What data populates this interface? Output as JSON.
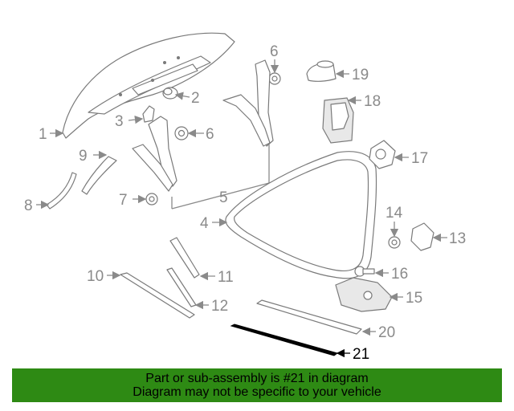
{
  "callouts": [
    {
      "id": "1",
      "label": "1"
    },
    {
      "id": "2",
      "label": "2"
    },
    {
      "id": "3",
      "label": "3"
    },
    {
      "id": "4",
      "label": "4"
    },
    {
      "id": "5",
      "label": "5"
    },
    {
      "id": "6a",
      "label": "6"
    },
    {
      "id": "6b",
      "label": "6"
    },
    {
      "id": "7",
      "label": "7"
    },
    {
      "id": "8",
      "label": "8"
    },
    {
      "id": "9",
      "label": "9"
    },
    {
      "id": "10",
      "label": "10"
    },
    {
      "id": "11",
      "label": "11"
    },
    {
      "id": "12",
      "label": "12"
    },
    {
      "id": "13",
      "label": "13"
    },
    {
      "id": "14",
      "label": "14"
    },
    {
      "id": "15",
      "label": "15"
    },
    {
      "id": "16",
      "label": "16"
    },
    {
      "id": "17",
      "label": "17"
    },
    {
      "id": "18",
      "label": "18"
    },
    {
      "id": "19",
      "label": "19"
    },
    {
      "id": "20",
      "label": "20"
    },
    {
      "id": "21",
      "label": "21"
    }
  ],
  "highlighted_part": "21",
  "banner": {
    "line1": "Part or sub-assembly is #21 in diagram",
    "line2": "Diagram may not be specific to your vehicle"
  },
  "colors": {
    "banner_bg": "#2e8a14",
    "line_art": "#7a7a7a",
    "highlight": "#000000"
  }
}
